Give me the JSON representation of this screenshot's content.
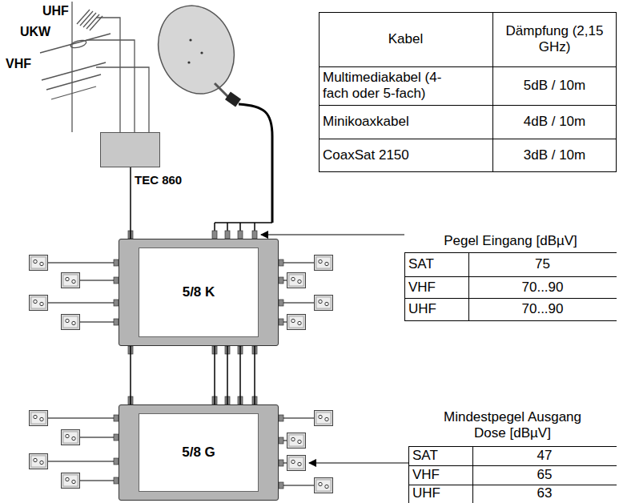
{
  "diagram": {
    "nodes": [
      {
        "text": [
          "TEC 860"
        ]
      },
      {
        "text": [
          "5/8 K"
        ]
      },
      {
        "text": [
          "5/8 G"
        ]
      }
    ],
    "edges": [
      {
        "from": 0,
        "to": 1,
        "arrow": "none"
      },
      {
        "from": 1,
        "to": 2,
        "arrow": "none"
      },
      {
        "from": 1,
        "to": 2,
        "arrow": "none"
      },
      {
        "from": 1,
        "to": 2,
        "arrow": "none"
      },
      {
        "from": 1,
        "to": 2,
        "arrow": "none"
      },
      {
        "from": 1,
        "to": 2,
        "arrow": "none"
      }
    ],
    "labels": [
      "UHF",
      "UKW",
      "VHF",
      "Kabel",
      "Dämpfung (2,15 GHz)",
      "Multimediakabel (4-fach oder 5-fach)",
      "5dB / 10m",
      "Minikoaxkabel",
      "4dB / 10m",
      "CoaxSat 2150",
      "3dB / 10m",
      "Pegel Eingang [dBµV]",
      "SAT",
      "75",
      "VHF",
      "70...90",
      "UHF",
      "70...90",
      "Mindestpegel Ausgang Dose [dBµV]",
      "SAT",
      "47",
      "VHF",
      "65",
      "UHF",
      "63"
    ]
  }
}
